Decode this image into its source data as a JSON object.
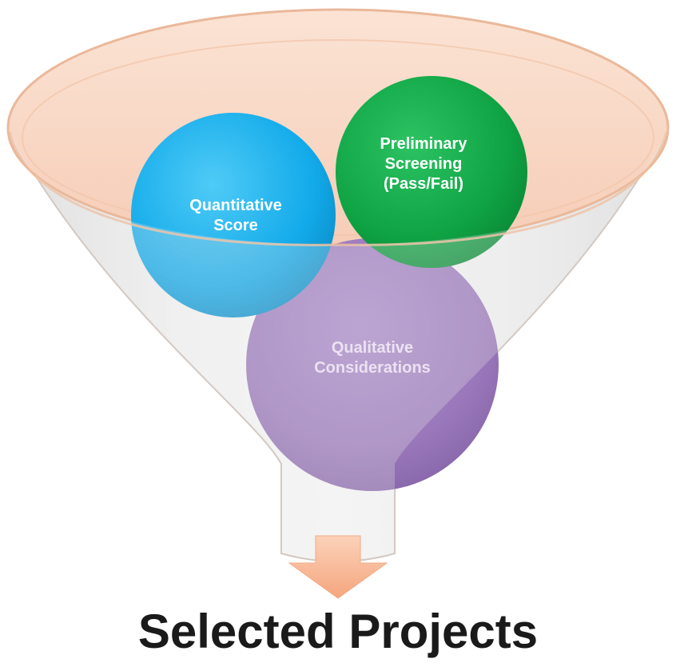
{
  "diagram": {
    "type": "funnel",
    "circles": [
      {
        "id": "quantitative",
        "lines": [
          "Quantitative",
          "Score"
        ],
        "color": "#1ab3ee"
      },
      {
        "id": "preliminary",
        "lines": [
          "Preliminary",
          "Screening",
          "(Pass/Fail)"
        ],
        "color": "#12a847"
      },
      {
        "id": "qualitative",
        "lines": [
          "Qualitative",
          "Considerations"
        ],
        "color": "#9a78bb"
      }
    ],
    "funnel_color": "#d9d9d9",
    "funnel_rim_color": "#f4b48a",
    "arrow_color": "#f7b896",
    "result_label": "Selected Projects"
  }
}
